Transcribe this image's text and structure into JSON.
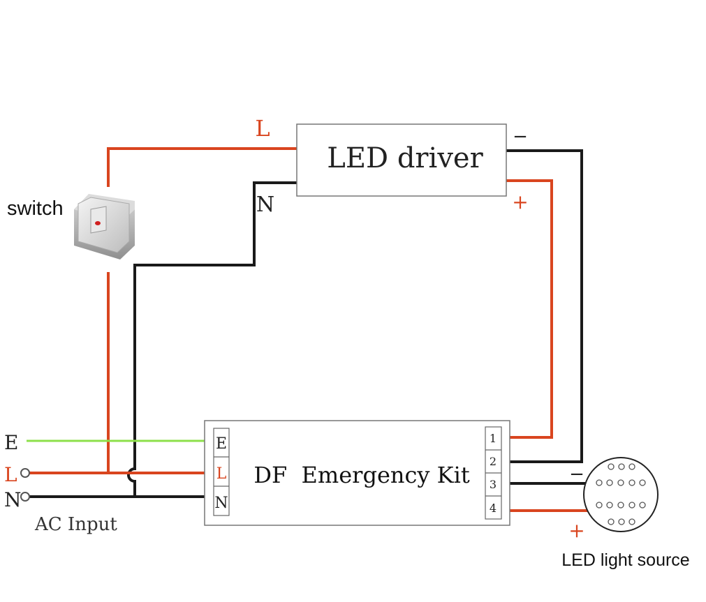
{
  "diagram": {
    "components": {
      "led_driver": "LED driver",
      "emergency_kit": "DF  Emergency Kit",
      "switch": "switch",
      "led_light_source": "LED light source",
      "ac_input": "AC Input"
    },
    "wire_labels": {
      "driver_line": "L",
      "driver_neutral": "N",
      "driver_negative": "−",
      "driver_positive": "+",
      "source_negative": "−",
      "source_positive": "+"
    },
    "input_terminals": [
      "E",
      "L",
      "N"
    ],
    "kit_left_terminals": [
      "E",
      "L",
      "N"
    ],
    "kit_right_terminals": [
      "1",
      "2",
      "3",
      "4"
    ],
    "colors": {
      "line_wire": "#d9451f",
      "neutral_wire": "#1a1a1a",
      "earth_wire": "#8de04a",
      "box_border": "#666666"
    }
  }
}
